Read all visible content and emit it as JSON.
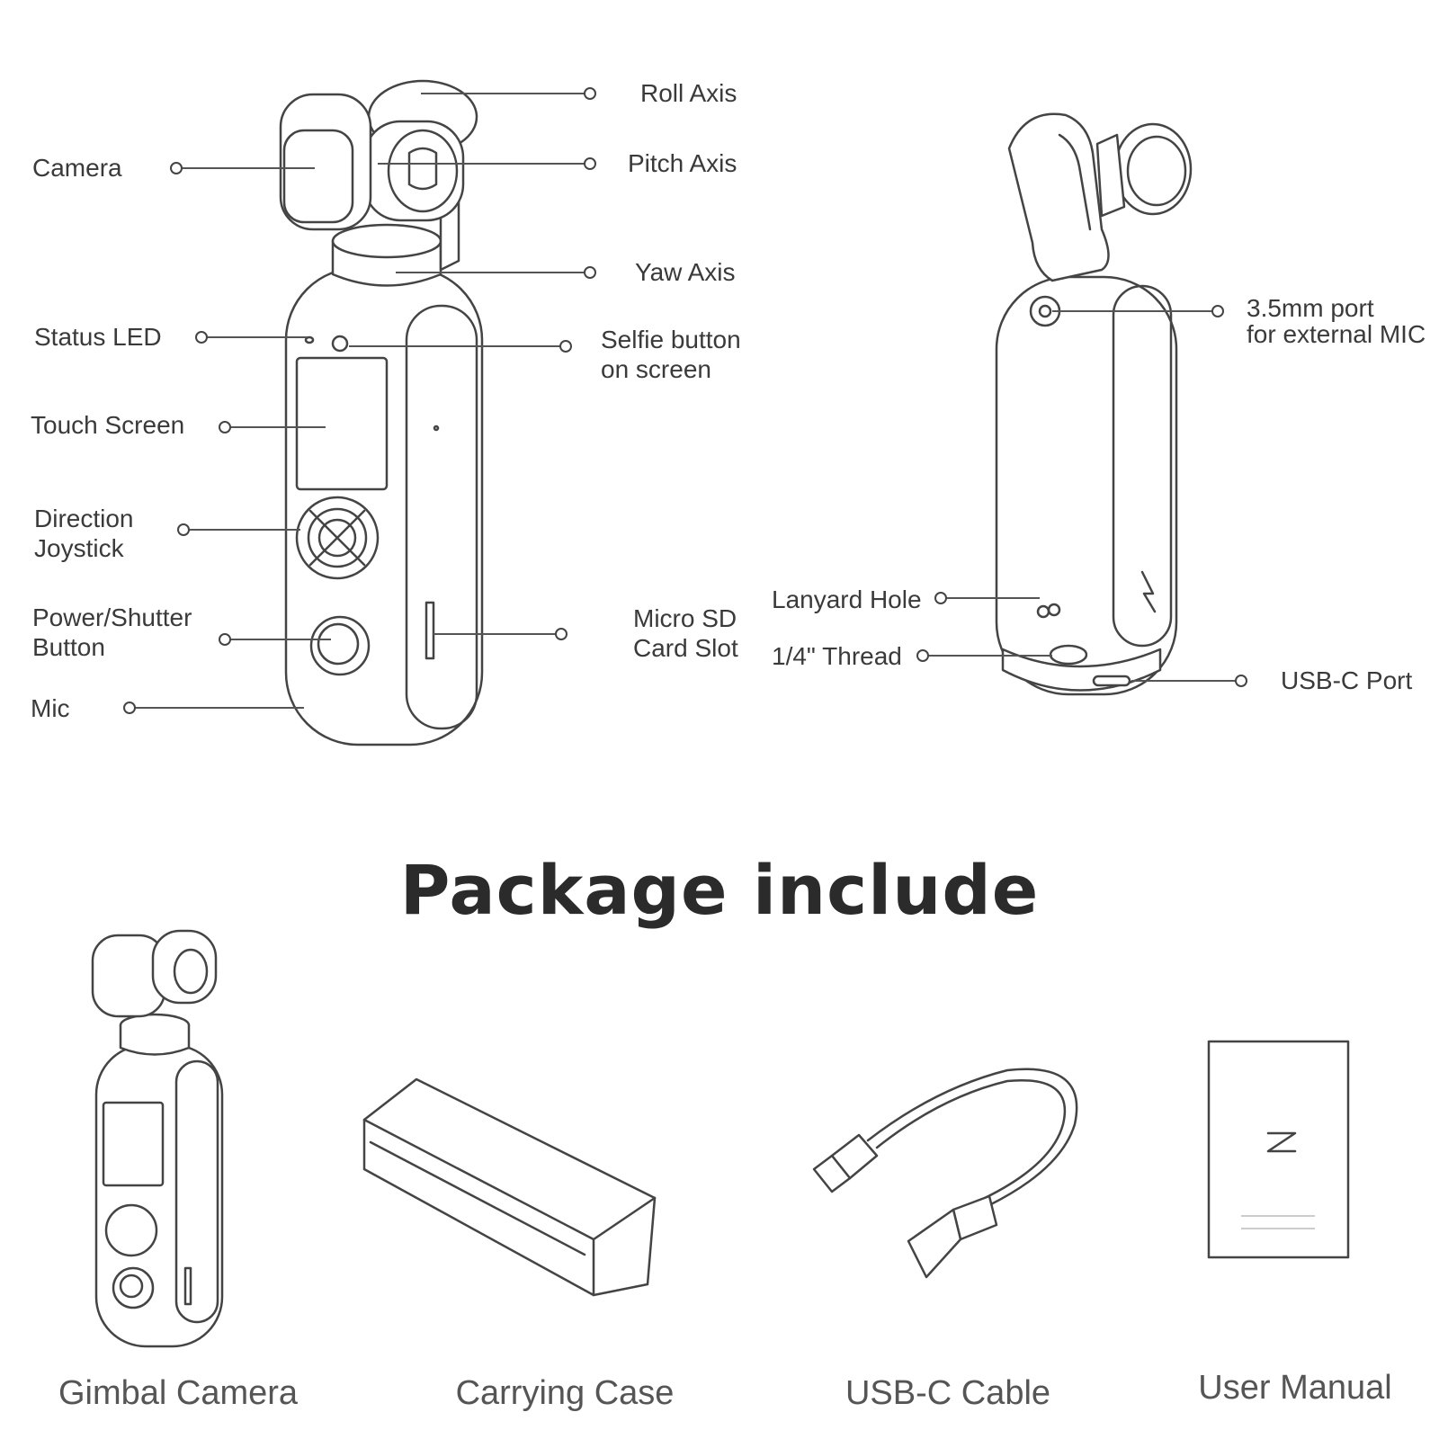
{
  "front_labels": {
    "camera": "Camera",
    "roll_axis": "Roll Axis",
    "pitch_axis": "Pitch Axis",
    "yaw_axis": "Yaw Axis",
    "status_led": "Status LED",
    "selfie_line1": "Selfie button",
    "selfie_line2": "on screen",
    "touch_screen": "Touch Screen",
    "joystick_line1": "Direction",
    "joystick_line2": "Joystick",
    "power_line1": "Power/Shutter",
    "power_line2": "Button",
    "micro_sd_line1": "Micro SD",
    "micro_sd_line2": "Card Slot",
    "mic": "Mic"
  },
  "back_labels": {
    "port_line1": "3.5mm port",
    "port_line2": "for external MIC",
    "lanyard_hole": "Lanyard Hole",
    "thread": "1/4\" Thread",
    "usb_c_port": "USB-C Port"
  },
  "package": {
    "title": "Package include",
    "items": [
      "Gimbal Camera",
      "Carrying Case",
      "USB-C Cable",
      "User Manual"
    ]
  },
  "colors": {
    "line": "#444444",
    "text": "#3a3a3a",
    "background": "#ffffff"
  }
}
